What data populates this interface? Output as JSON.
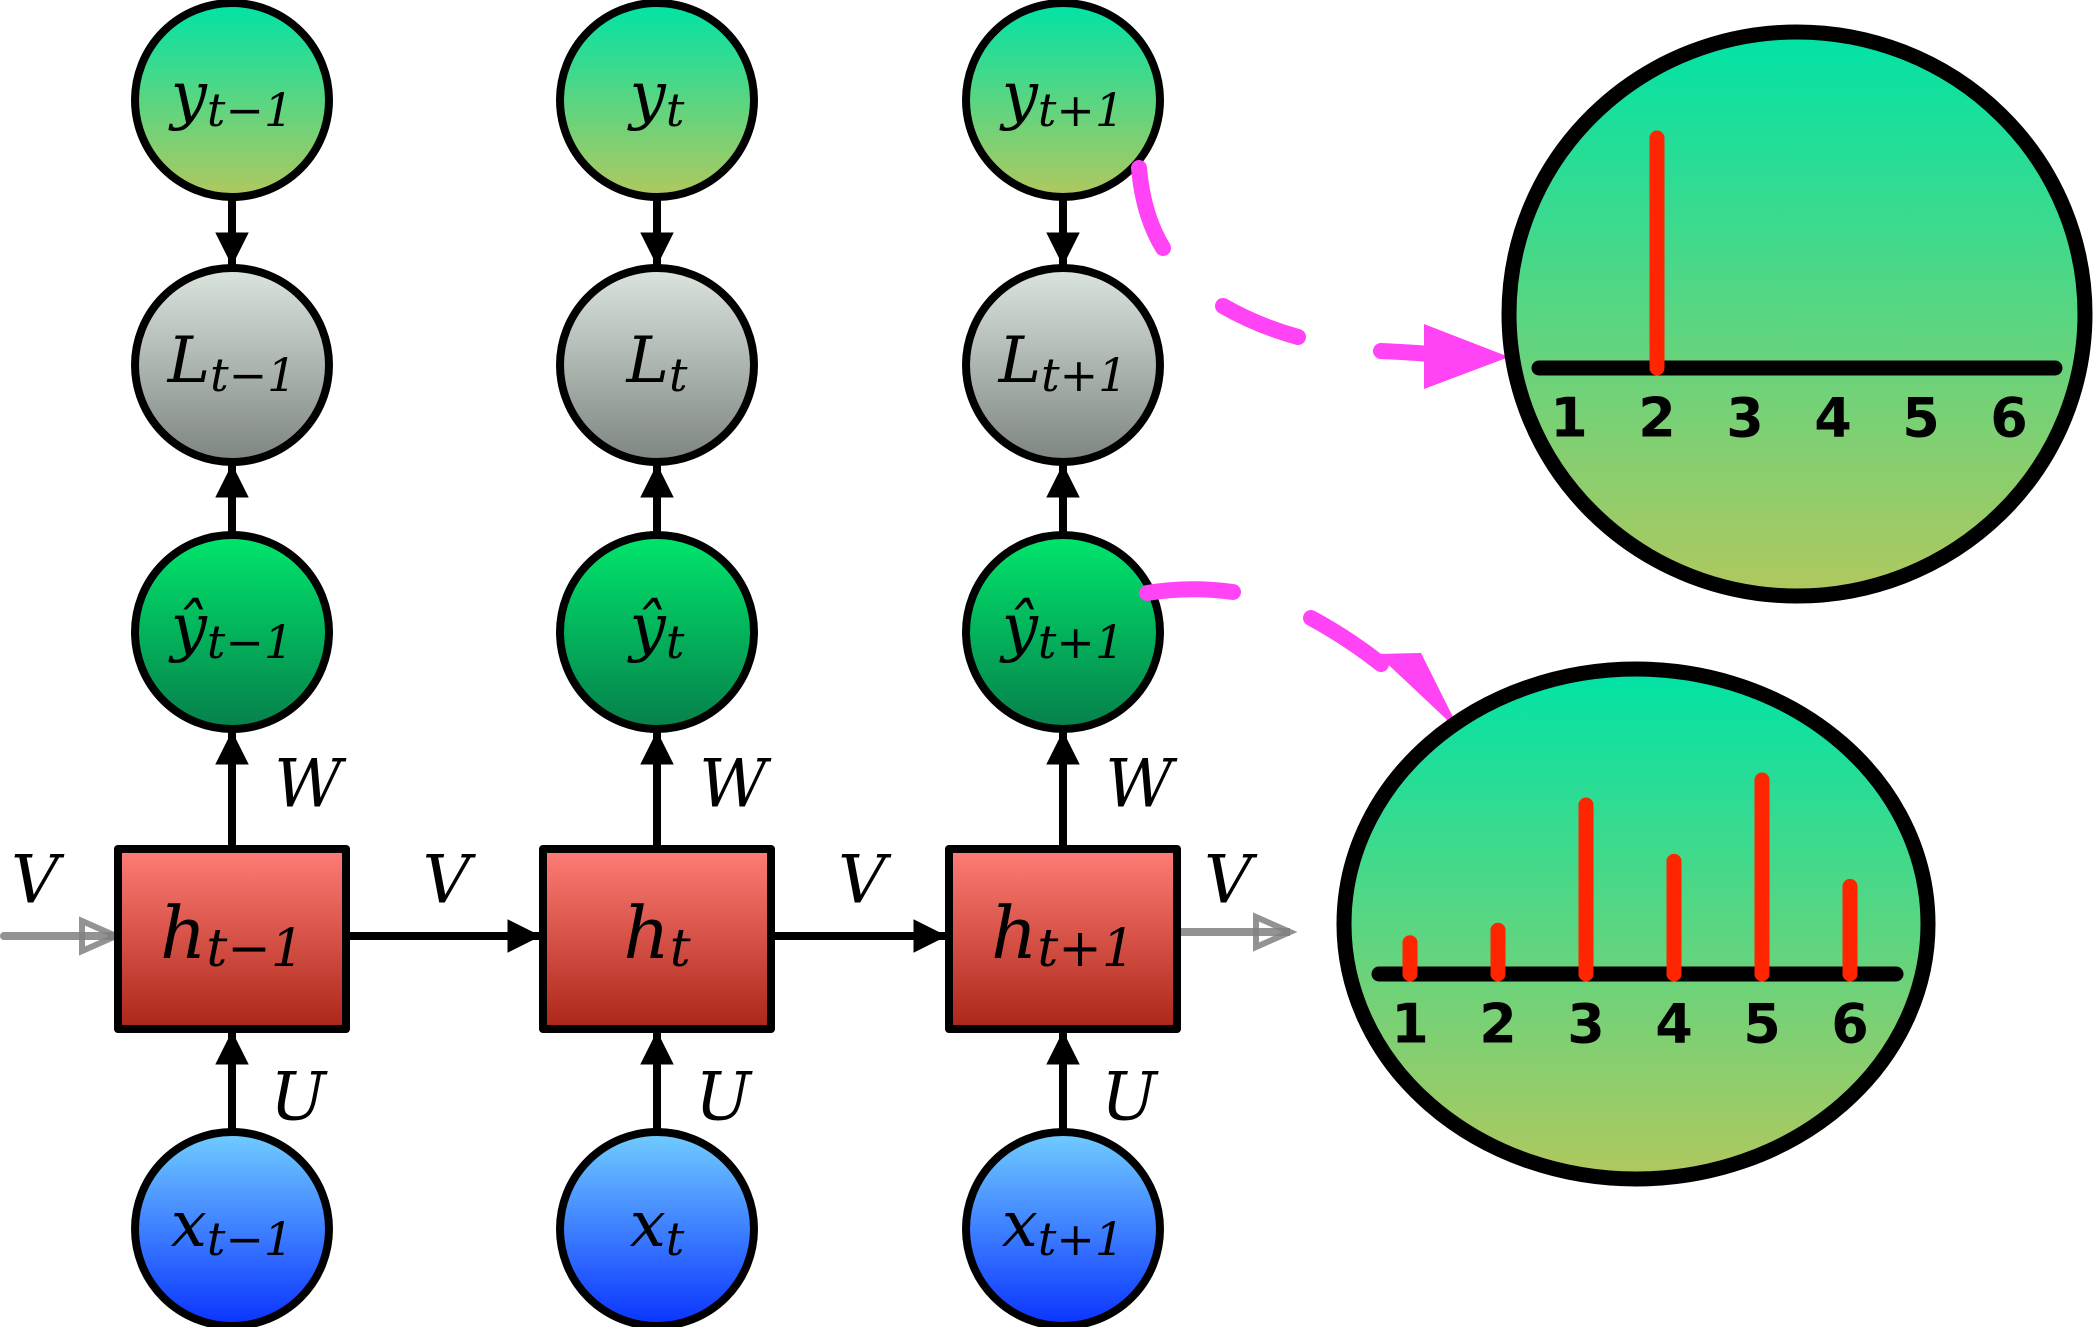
{
  "title": "Unrolled recurrent neural network with per-step loss",
  "columns": [
    {
      "target": {
        "base": "y",
        "sub": "t−1"
      },
      "loss": {
        "base": "L",
        "sub": "t−1"
      },
      "output": {
        "base": "ŷ",
        "sub": "t−1"
      },
      "hidden": {
        "base": "h",
        "sub": "t−1"
      },
      "input": {
        "base": "x",
        "sub": "t−1"
      }
    },
    {
      "target": {
        "base": "y",
        "sub": "t"
      },
      "loss": {
        "base": "L",
        "sub": "t"
      },
      "output": {
        "base": "ŷ",
        "sub": "t"
      },
      "hidden": {
        "base": "h",
        "sub": "t"
      },
      "input": {
        "base": "x",
        "sub": "t"
      }
    },
    {
      "target": {
        "base": "y",
        "sub": "t+1"
      },
      "loss": {
        "base": "L",
        "sub": "t+1"
      },
      "output": {
        "base": "ŷ",
        "sub": "t+1"
      },
      "hidden": {
        "base": "h",
        "sub": "t+1"
      },
      "input": {
        "base": "x",
        "sub": "t+1"
      }
    }
  ],
  "weights": {
    "output_weight": "W",
    "recurrent_weight": "V",
    "input_weight": "U"
  },
  "colors": {
    "target_top": "#00e3a6",
    "target_bottom": "#b1c85e",
    "loss_top": "#dbe5de",
    "loss_bottom": "#7e8580",
    "output_top": "#00e66c",
    "output_bottom": "#06804b",
    "hidden_top": "#ff7d76",
    "hidden_bottom": "#ac2618",
    "input_top": "#72cdff",
    "input_bottom": "#0a33ff",
    "callout_arrow": "#ff43f5",
    "bar": "#ff2500",
    "faded_arrow": "#808080"
  },
  "chart_data": [
    {
      "type": "bar",
      "title": "Target distribution y(t+1) (one-hot)",
      "categories": [
        "1",
        "2",
        "3",
        "4",
        "5",
        "6"
      ],
      "values": [
        0,
        1.0,
        0,
        0,
        0,
        0
      ],
      "xlabel": "",
      "ylabel": "",
      "ylim": [
        0,
        1.0
      ],
      "grid": false
    },
    {
      "type": "bar",
      "title": "Predicted distribution ŷ(t+1)",
      "categories": [
        "1",
        "2",
        "3",
        "4",
        "5",
        "6"
      ],
      "values": [
        0.05,
        0.07,
        0.27,
        0.18,
        0.31,
        0.14
      ],
      "xlabel": "",
      "ylabel": "",
      "ylim": [
        0,
        0.31
      ],
      "grid": false
    }
  ]
}
